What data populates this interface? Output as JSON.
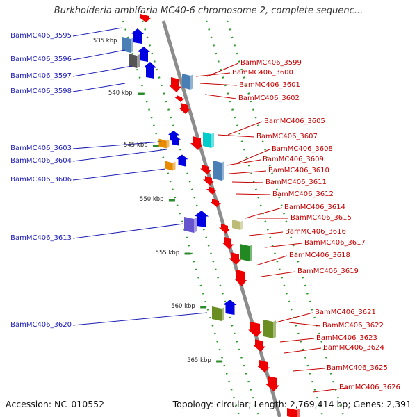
{
  "title": "Burkholderia ambifaria MC40-6 chromosome 2, complete sequenc...",
  "footer": {
    "accession": "Accession: NC_010552",
    "summary": "Topology: circular; Length: 2,769,414 bp; Genes: 2,391"
  },
  "colors": {
    "backbone": "#8c8c8c",
    "left_label": "#1c1cb4",
    "right_label": "#c40000",
    "tick_dots": "#2e9a2e",
    "major_tick": "#2e8a2e"
  },
  "kbp_marks": [
    "535 kbp",
    "540 kbp",
    "545 kbp",
    "550 kbp",
    "555 kbp",
    "560 kbp",
    "565 kbp"
  ],
  "left_genes": [
    {
      "label": "BamMC406_3595",
      "color": "#4a7fb5"
    },
    {
      "label": "BamMC406_3596",
      "color": "#555555"
    },
    {
      "label": "BamMC406_3597",
      "color": "#0000e0"
    },
    {
      "label": "BamMC406_3598",
      "color": "#0000e0"
    },
    {
      "label": "BamMC406_3603",
      "color": "#e88a00"
    },
    {
      "label": "BamMC406_3604",
      "color": "#0000e0"
    },
    {
      "label": "BamMC406_3606",
      "color": "#e88a00"
    },
    {
      "label": "BamMC406_3613",
      "color": "#6655cc"
    },
    {
      "label": "BamMC406_3620",
      "color": "#6a8e22"
    }
  ],
  "right_genes": [
    {
      "label": "BamMC406_3599",
      "color": "#4a7fb5"
    },
    {
      "label": "BamMC406_3600",
      "color": "#ee0000"
    },
    {
      "label": "BamMC406_3601",
      "color": "#ee0000"
    },
    {
      "label": "BamMC406_3602",
      "color": "#ee0000"
    },
    {
      "label": "BamMC406_3605",
      "color": "#00cccc"
    },
    {
      "label": "BamMC406_3607",
      "color": "#ee0000"
    },
    {
      "label": "BamMC406_3608",
      "color": "#4a7fb5"
    },
    {
      "label": "BamMC406_3609",
      "color": "#ee0000"
    },
    {
      "label": "BamMC406_3610",
      "color": "#ee0000"
    },
    {
      "label": "BamMC406_3611",
      "color": "#ee0000"
    },
    {
      "label": "BamMC406_3612",
      "color": "#ee0000"
    },
    {
      "label": "BamMC406_3614",
      "color": "#ee0000"
    },
    {
      "label": "BamMC406_3615",
      "color": "#bcbc78"
    },
    {
      "label": "BamMC406_3616",
      "color": "#ee0000"
    },
    {
      "label": "BamMC406_3617",
      "color": "#228822"
    },
    {
      "label": "BamMC406_3618",
      "color": "#ee0000"
    },
    {
      "label": "BamMC406_3619",
      "color": "#ee0000"
    },
    {
      "label": "BamMC406_3621",
      "color": "#ee0000"
    },
    {
      "label": "BamMC406_3622",
      "color": "#6a8e22"
    },
    {
      "label": "BamMC406_3623",
      "color": "#ee0000"
    },
    {
      "label": "BamMC406_3624",
      "color": "#ee0000"
    },
    {
      "label": "BamMC406_3625",
      "color": "#ee0000"
    },
    {
      "label": "BamMC406_3626",
      "color": "#ee0000"
    }
  ]
}
